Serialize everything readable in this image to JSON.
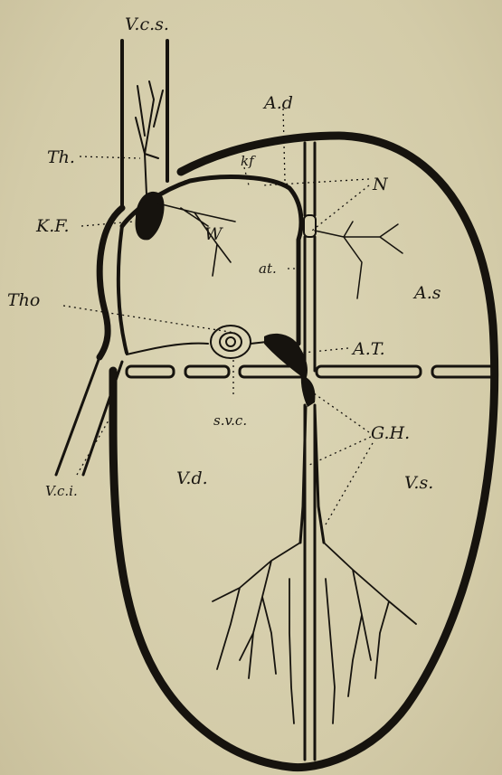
{
  "labels": {
    "vcs": "V.c.s.",
    "th": "Th.",
    "kf_upper": "K.F.",
    "kf_small": "kf",
    "tho": "Tho",
    "ad": "A.d",
    "n": "N",
    "w": "W",
    "at": "at.",
    "as": "A.s",
    "at_big": "A.T.",
    "svc": "s.v.c.",
    "gh": "G.H.",
    "vd": "V.d.",
    "vs": "V.s.",
    "vci": "V.c.i."
  }
}
